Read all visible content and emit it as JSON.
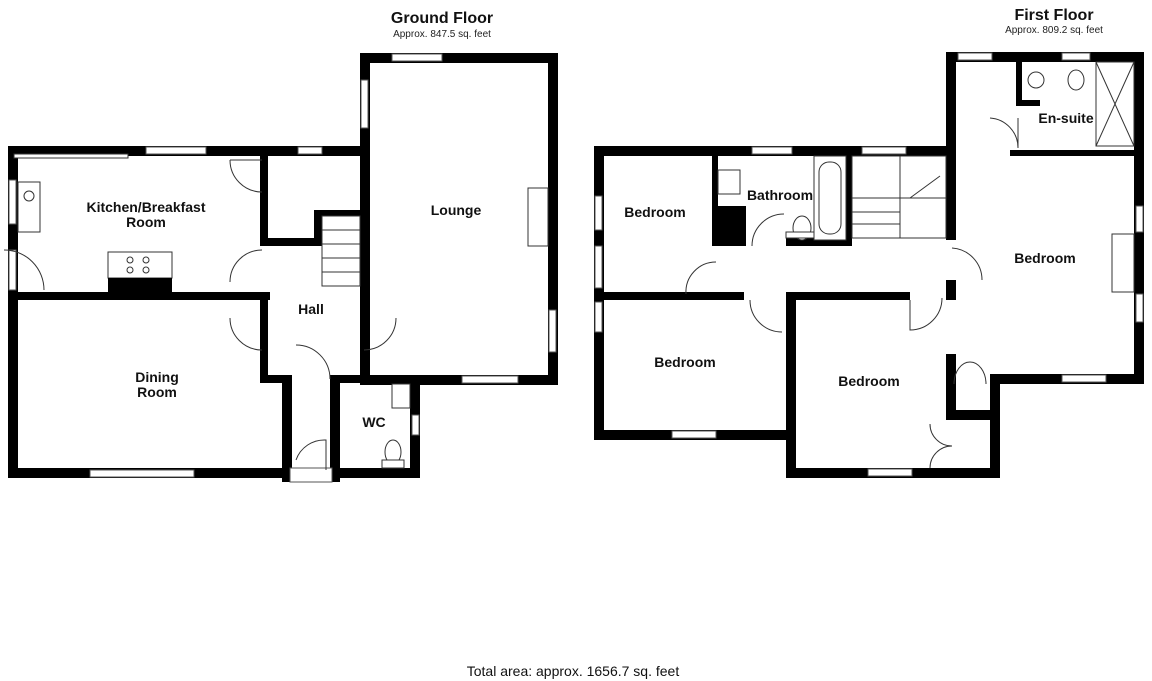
{
  "ground_floor": {
    "title": "Ground Floor",
    "area": "Approx. 847.5 sq. feet",
    "rooms": {
      "kitchen_line1": "Kitchen/Breakfast",
      "kitchen_line2": "Room",
      "lounge": "Lounge",
      "hall": "Hall",
      "dining_line1": "Dining",
      "dining_line2": "Room",
      "wc": "WC"
    }
  },
  "first_floor": {
    "title": "First Floor",
    "area": "Approx. 809.2 sq. feet",
    "rooms": {
      "bedroom_nw": "Bedroom",
      "bathroom": "Bathroom",
      "ensuite": "En-suite",
      "bedroom_main": "Bedroom",
      "bedroom_sw": "Bedroom",
      "bedroom_s": "Bedroom"
    }
  },
  "total_area": "Total area: approx. 1656.7 sq. feet"
}
